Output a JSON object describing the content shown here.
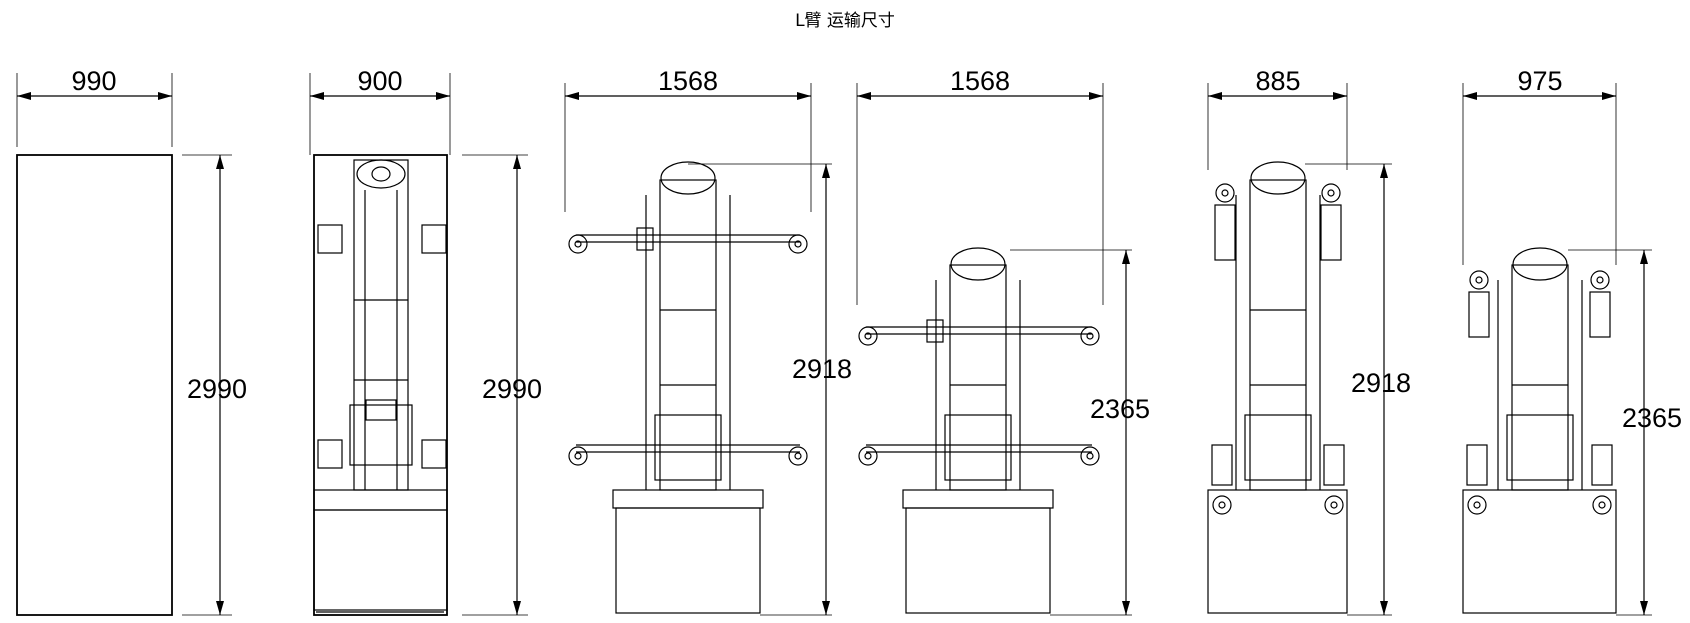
{
  "title": "L臂 运输尺寸",
  "views": [
    {
      "id": "crate",
      "width_label": "990",
      "height_label": "2990"
    },
    {
      "id": "frame",
      "width_label": "900",
      "height_label": "2990"
    },
    {
      "id": "arms-open-high",
      "width_label": "1568",
      "height_label": "2918"
    },
    {
      "id": "arms-open-low",
      "width_label": "1568",
      "height_label": "2365"
    },
    {
      "id": "arms-closed-high",
      "width_label": "885",
      "height_label": "2918"
    },
    {
      "id": "arms-closed-low",
      "width_label": "975",
      "height_label": "2365"
    }
  ]
}
